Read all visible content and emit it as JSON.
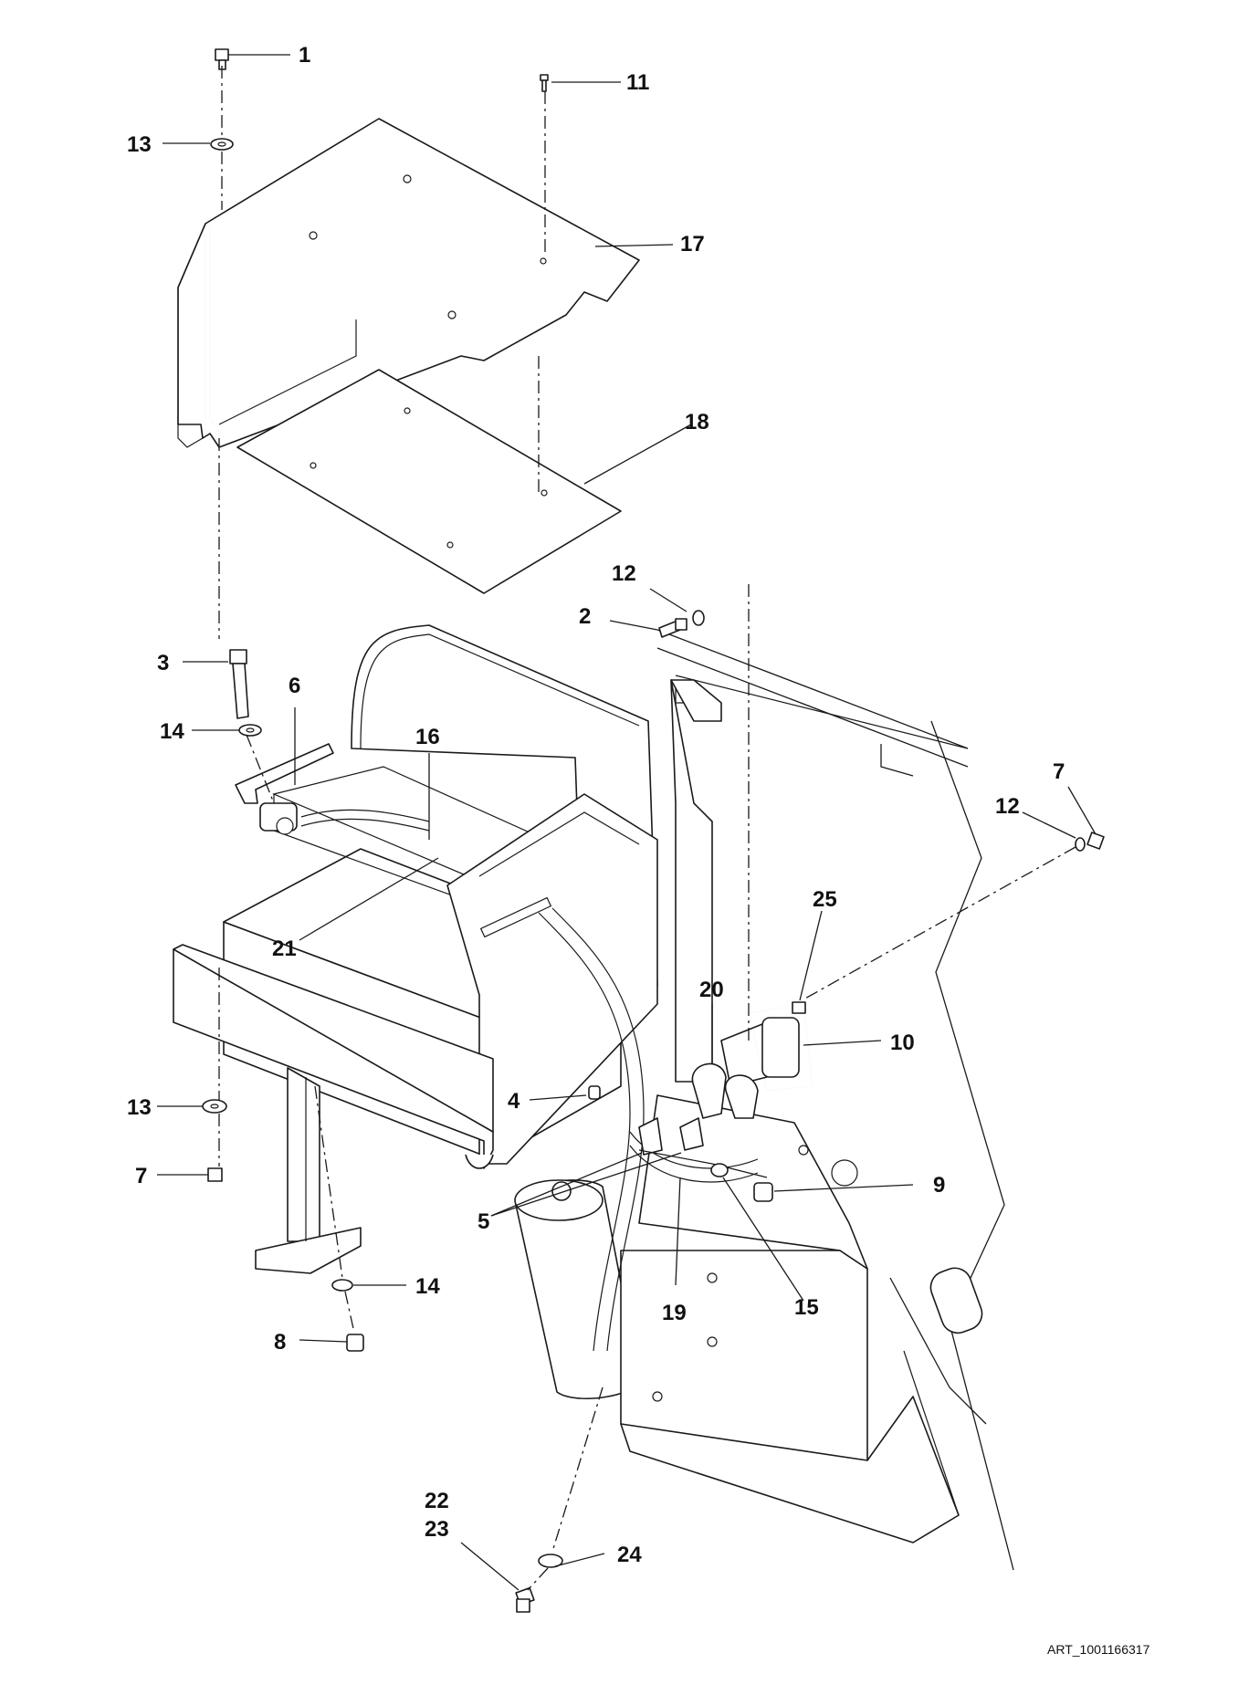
{
  "diagram": {
    "art_id": "ART_1001166317",
    "callouts": [
      {
        "id": "c1",
        "text": "1"
      },
      {
        "id": "c11",
        "text": "11"
      },
      {
        "id": "c13a",
        "text": "13"
      },
      {
        "id": "c17",
        "text": "17"
      },
      {
        "id": "c18",
        "text": "18"
      },
      {
        "id": "c12a",
        "text": "12"
      },
      {
        "id": "c2",
        "text": "2"
      },
      {
        "id": "c3",
        "text": "3"
      },
      {
        "id": "c6",
        "text": "6"
      },
      {
        "id": "c14a",
        "text": "14"
      },
      {
        "id": "c16",
        "text": "16"
      },
      {
        "id": "c7a",
        "text": "7"
      },
      {
        "id": "c12b",
        "text": "12"
      },
      {
        "id": "c25",
        "text": "25"
      },
      {
        "id": "c21",
        "text": "21"
      },
      {
        "id": "c20",
        "text": "20"
      },
      {
        "id": "c10",
        "text": "10"
      },
      {
        "id": "c4",
        "text": "4"
      },
      {
        "id": "c13b",
        "text": "13"
      },
      {
        "id": "c7b",
        "text": "7"
      },
      {
        "id": "c9",
        "text": "9"
      },
      {
        "id": "c5",
        "text": "5"
      },
      {
        "id": "c19",
        "text": "19"
      },
      {
        "id": "c15",
        "text": "15"
      },
      {
        "id": "c14b",
        "text": "14"
      },
      {
        "id": "c8",
        "text": "8"
      },
      {
        "id": "c22",
        "text": "22"
      },
      {
        "id": "c23",
        "text": "23"
      },
      {
        "id": "c24",
        "text": "24"
      }
    ]
  }
}
